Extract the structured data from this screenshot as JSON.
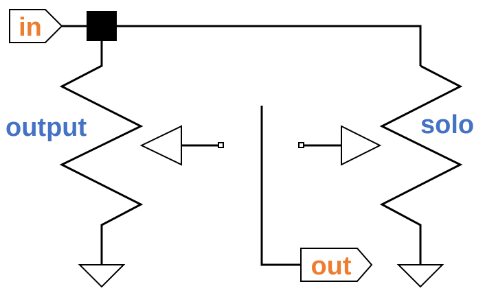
{
  "ports": {
    "input_label": "in",
    "output_label": "out",
    "port_text_color": "#ED7D31"
  },
  "labels": {
    "output_pot": "output",
    "solo_pot": "solo",
    "label_color": "#4472C4"
  },
  "icons": {
    "junction": "filled-square-junction",
    "ground": "ground-triangle",
    "buffer": "buffer-triangle",
    "switch_contact": "small-square-contact"
  }
}
